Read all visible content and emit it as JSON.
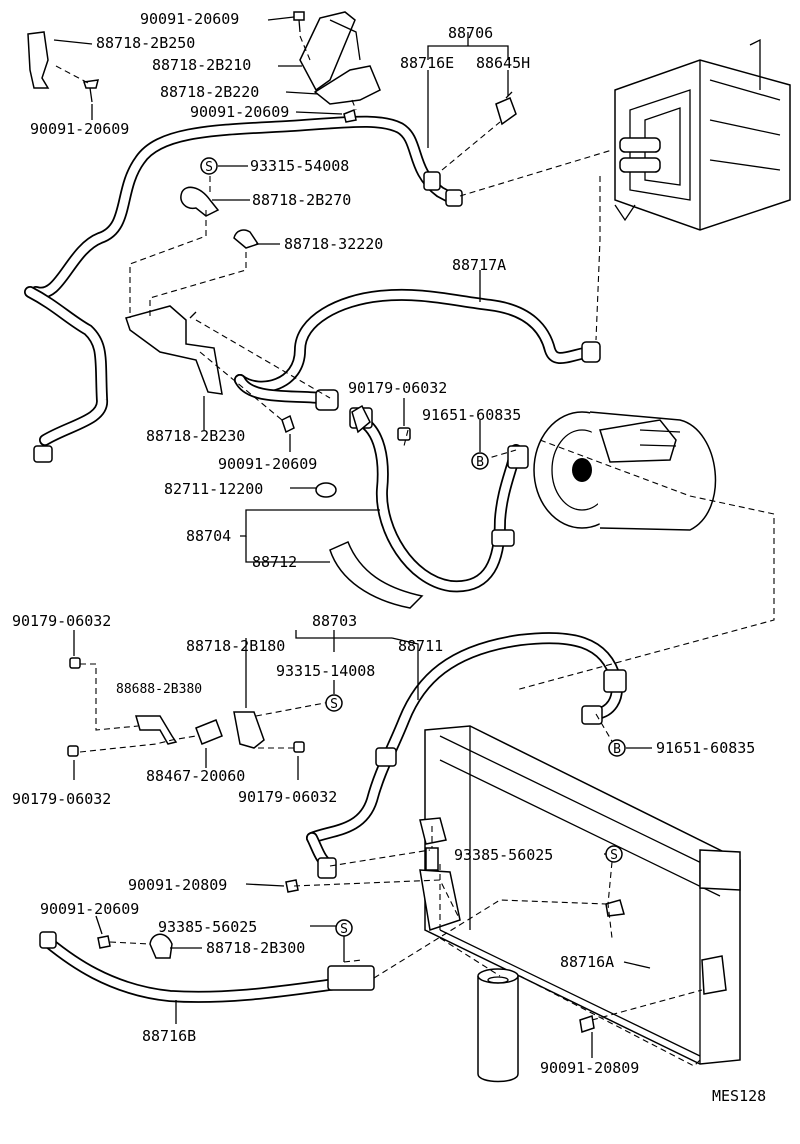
{
  "labels": {
    "l01": "90091-20609",
    "l02": "88718-2B250",
    "l03": "88718-2B210",
    "l04": "88718-2B220",
    "l05": "90091-20609",
    "l06": "90091-20609",
    "l07": "88706",
    "l08": "88716E",
    "l09": "88645H",
    "l10": "93315-54008",
    "l11": "88718-2B270",
    "l12": "88718-32220",
    "l13": "88717A",
    "l14": "88718-2B230",
    "l15": "90091-20609",
    "l16": "90179-06032",
    "l17": "91651-60835",
    "l18": "82711-12200",
    "l19": "88704",
    "l20": "88712",
    "l21": "90179-06032",
    "l22": "88703",
    "l23": "88718-2B180",
    "l24": "88711",
    "l25": "93315-14008",
    "l26": "88688-2B380",
    "l27": "88467-20060",
    "l28": "90179-06032",
    "l29": "90179-06032",
    "l30": "91651-60835",
    "l31": "93385-56025",
    "l32": "90091-20809",
    "l33": "90091-20609",
    "l34": "93385-56025",
    "l35": "88718-2B300",
    "l36": "88716A",
    "l37": "88716B",
    "l38": "90091-20809",
    "l39": "MES128"
  },
  "symbols": {
    "s": "S",
    "b": "B"
  }
}
